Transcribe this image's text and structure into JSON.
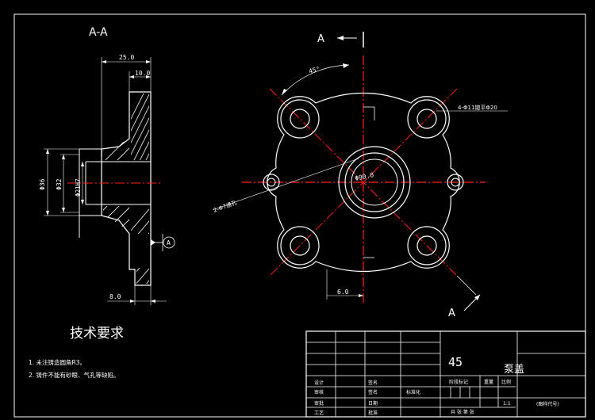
{
  "section_view": {
    "title": "A-A",
    "dims": {
      "overall_width": "25.0",
      "flange_thickness": "10.0",
      "bottom_offset": "8.0",
      "outer_dia": "Φ36",
      "boss_dia": "Φ32",
      "bore": "Φ21H7"
    },
    "datum_label": "A"
  },
  "front_view": {
    "section_marker_top": "A",
    "section_marker_bottom": "A",
    "angle": "45°",
    "hole_note": "4-Φ11锪平Φ20",
    "dowel_note": "2-Φ7通孔",
    "center_dia": "Φ90.0",
    "offset_dim": "6.0"
  },
  "requirements": {
    "title": "技术要求",
    "items": [
      "1. 未注铸造圆角R3。",
      "2. 铸件不能有砂眼、气孔等缺陷。"
    ]
  },
  "title_block": {
    "material": "45",
    "part_name": "泵盖",
    "rows": [
      {
        "label": "设计",
        "sign": "签名",
        "date": ""
      },
      {
        "label": "审核",
        "sign": "签名",
        "date": "标准化"
      },
      {
        "label": "审批",
        "sign": "日期",
        "date": ""
      },
      {
        "label": "工艺",
        "sign": "批准",
        "date": ""
      }
    ],
    "stage_label": "阶段标记",
    "weight_label": "重量",
    "scale_label": "比例",
    "scale_value": "1:1",
    "sheet_label": "共  张  第  张",
    "drawing_no": "(图样代号)"
  }
}
